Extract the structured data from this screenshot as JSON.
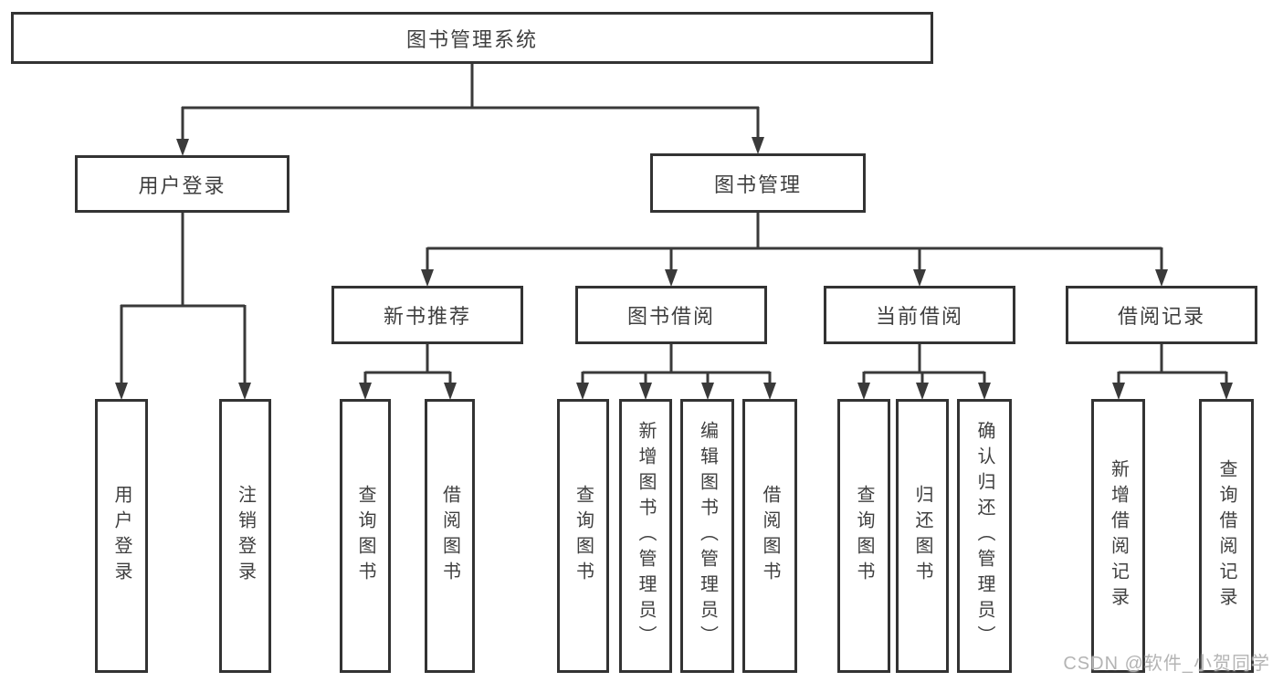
{
  "colors": {
    "line": "#3a3a3a",
    "box_border": "#333333",
    "text": "#3f3f3f",
    "background": "#ffffff",
    "watermark": "#b4b4b4"
  },
  "watermark": {
    "text": "CSDN @软件_小贺同学"
  },
  "tree": {
    "label": "图书管理系统",
    "children": [
      {
        "label": "用户登录",
        "children": [
          {
            "label": "用户登录"
          },
          {
            "label": "注销登录"
          }
        ]
      },
      {
        "label": "图书管理",
        "children": [
          {
            "label": "新书推荐",
            "children": [
              {
                "label": "查询图书"
              },
              {
                "label": "借阅图书"
              }
            ]
          },
          {
            "label": "图书借阅",
            "children": [
              {
                "label": "查询图书"
              },
              {
                "label": "新增图书（管理员）"
              },
              {
                "label": "编辑图书（管理员）"
              },
              {
                "label": "借阅图书"
              }
            ]
          },
          {
            "label": "当前借阅",
            "children": [
              {
                "label": "查询图书"
              },
              {
                "label": "归还图书"
              },
              {
                "label": "确认归还（管理员）"
              }
            ]
          },
          {
            "label": "借阅记录",
            "children": [
              {
                "label": "新增借阅记录"
              },
              {
                "label": "查询借阅记录"
              }
            ]
          }
        ]
      }
    ]
  }
}
